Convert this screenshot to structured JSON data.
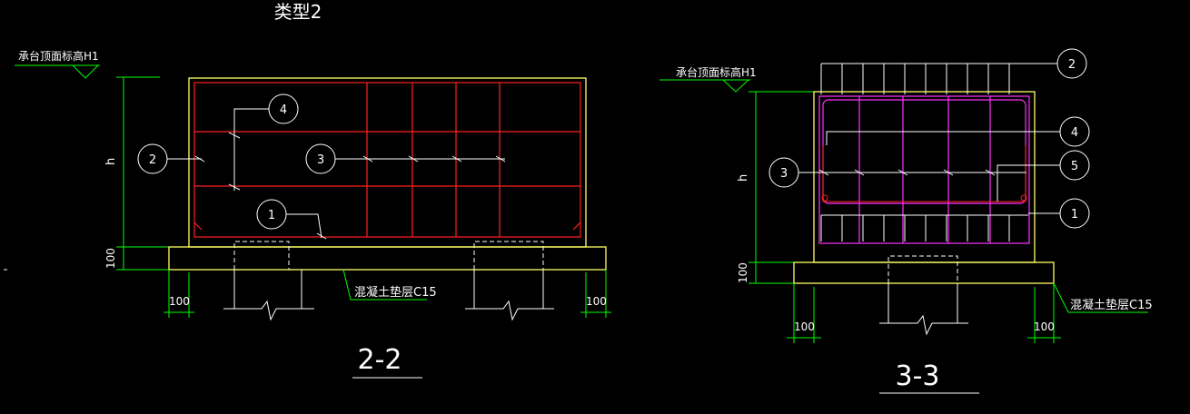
{
  "drawing": {
    "top_title": "类型2",
    "colors": {
      "background": "#000000",
      "outline": "#ffff66",
      "rebar_main": "#ff2020",
      "rebar_alt": "#ff33ff",
      "dimension": "#00ff00",
      "text": "#ffffff"
    },
    "section_22": {
      "title": "2-2",
      "elevation_label": "承台顶面标高H1",
      "height_label": "h",
      "cushion_thickness": "100",
      "left_offset": "100",
      "right_offset": "100",
      "cushion_label": "混凝土垫层C15",
      "callouts": [
        "1",
        "2",
        "3",
        "4"
      ]
    },
    "section_33": {
      "title": "3-3",
      "elevation_label": "承台顶面标高H1",
      "height_label": "h",
      "cushion_thickness": "100",
      "left_offset": "100",
      "right_offset": "100",
      "cushion_label": "混凝土垫层C15",
      "callouts": [
        "1",
        "2",
        "3",
        "4",
        "5"
      ]
    }
  }
}
